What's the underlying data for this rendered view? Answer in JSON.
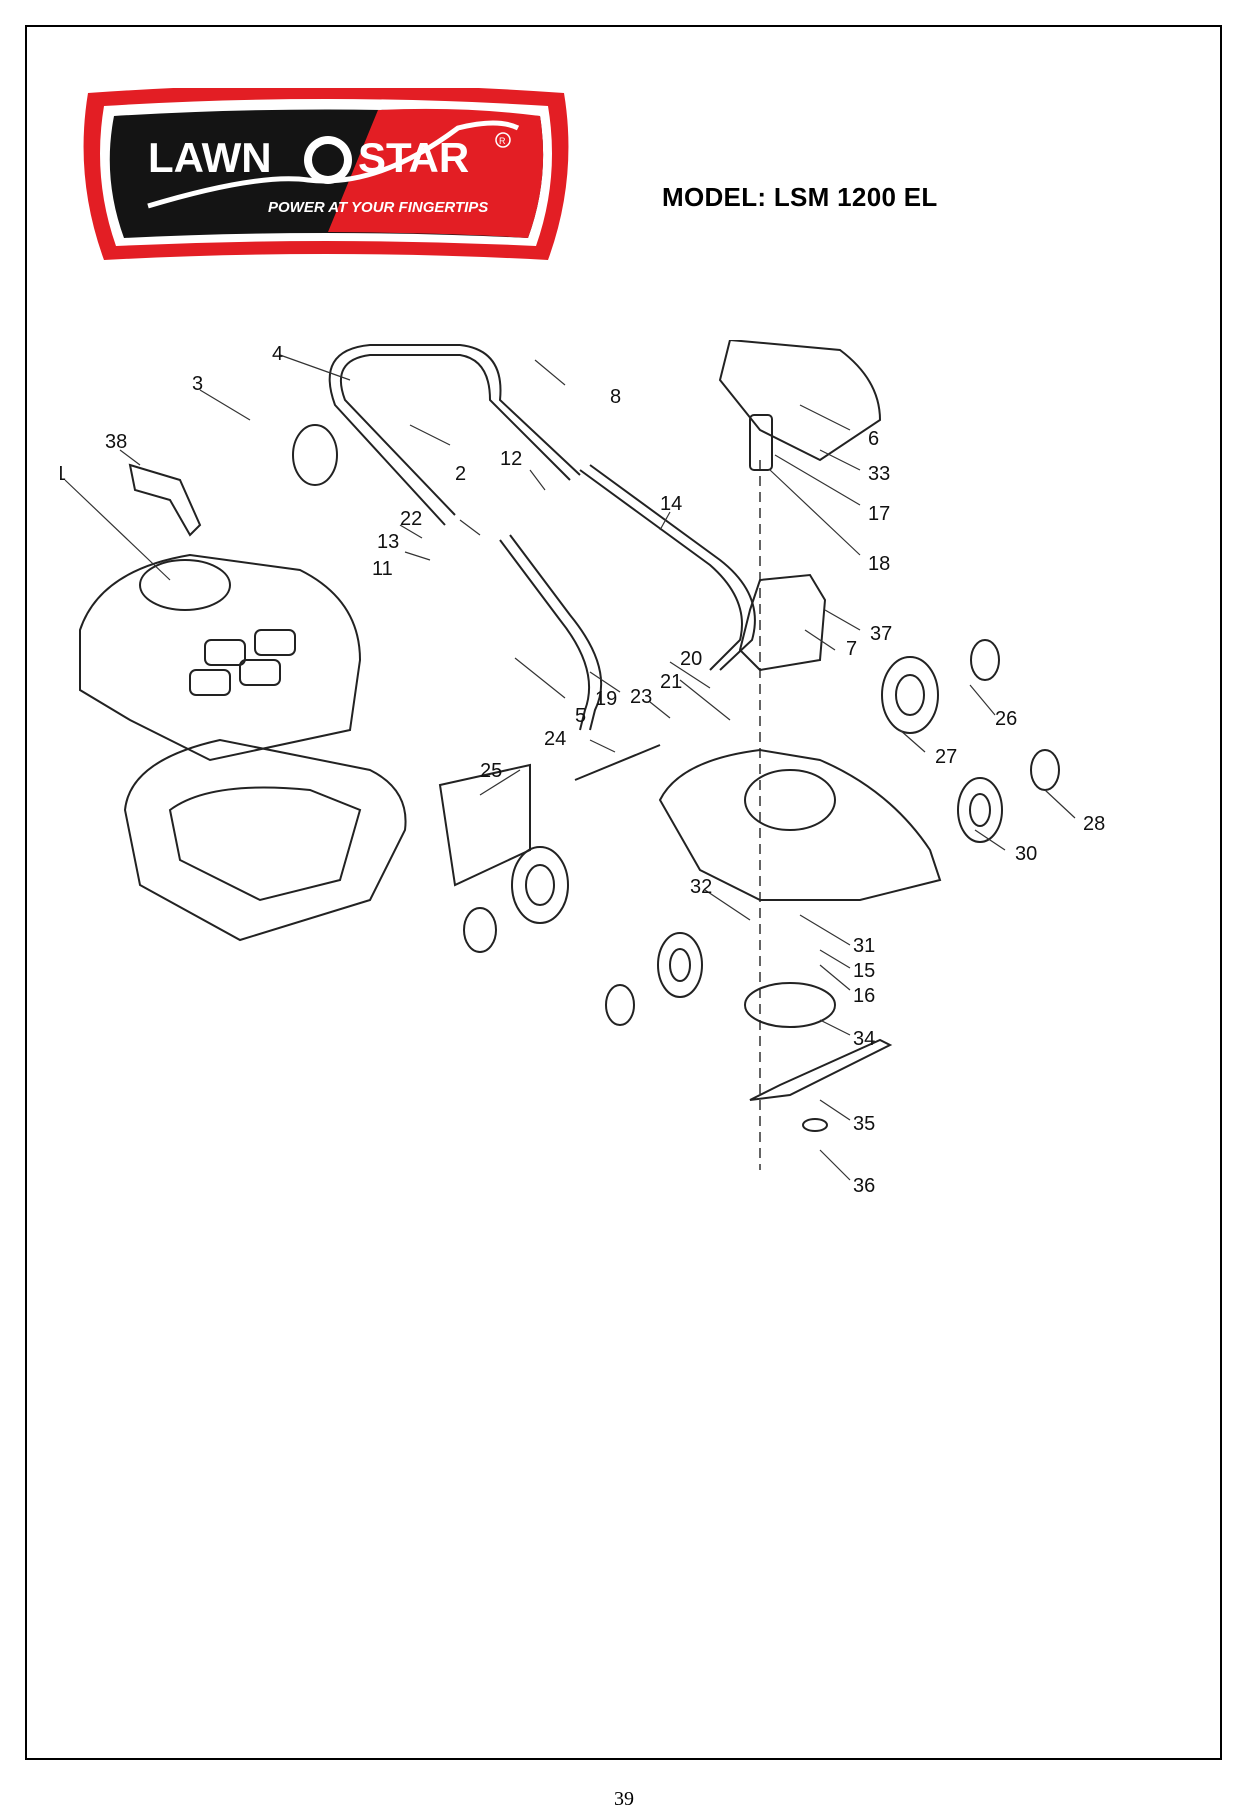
{
  "logo": {
    "brand_left": "LAWN",
    "brand_right": "STAR",
    "registered": "R",
    "tagline": "POWER AT YOUR FINGERTIPS",
    "colors": {
      "red": "#e31e24",
      "black": "#141414",
      "white": "#ffffff"
    }
  },
  "model_title": "MODEL: LSM 1200 EL",
  "diagram": {
    "callouts": [
      "1",
      "2",
      "3",
      "4",
      "5",
      "6",
      "7",
      "8",
      "11",
      "12",
      "13",
      "14",
      "15",
      "16",
      "17",
      "18",
      "19",
      "20",
      "21",
      "22",
      "23",
      "24",
      "25",
      "26",
      "27",
      "28",
      "30",
      "31",
      "32",
      "33",
      "34",
      "35",
      "36",
      "37",
      "38"
    ]
  },
  "page_number": "39"
}
